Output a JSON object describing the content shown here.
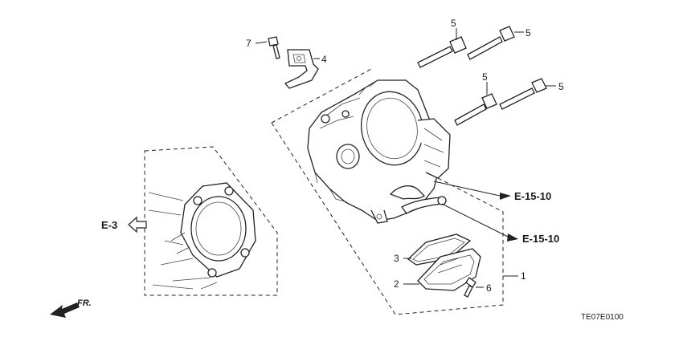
{
  "callouts": {
    "p1": "1",
    "p2": "2",
    "p3": "3",
    "p4": "4",
    "p5a": "5",
    "p5b": "5",
    "p5c": "5",
    "p5d": "5",
    "p6": "6",
    "p7": "7"
  },
  "references": {
    "e15_upper": "E-15-10",
    "e15_lower": "E-15-10",
    "e3": "E-3"
  },
  "direction_label": "FR.",
  "diagram_code": "TE07E0100"
}
